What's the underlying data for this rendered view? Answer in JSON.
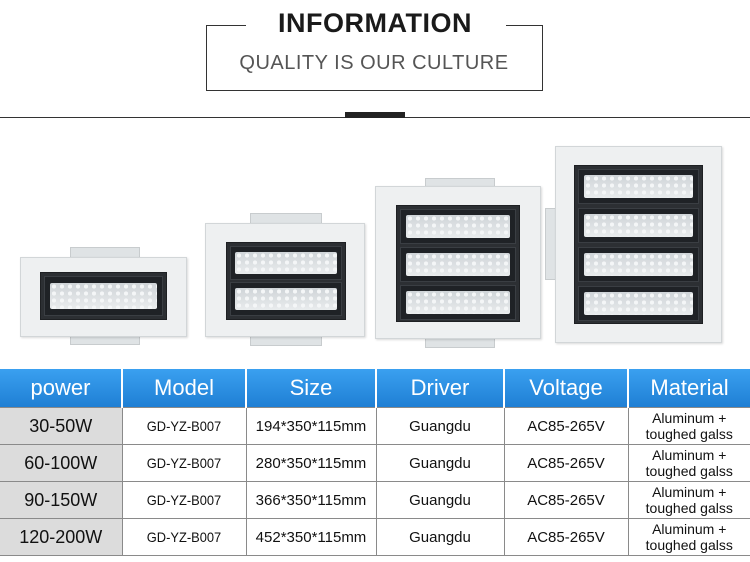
{
  "header": {
    "title": "INFORMATION",
    "subtitle": "QUALITY IS OUR CULTURE"
  },
  "product_images": [
    {
      "name": "fixture-1-module"
    },
    {
      "name": "fixture-2-module"
    },
    {
      "name": "fixture-3-module"
    },
    {
      "name": "fixture-4-module"
    }
  ],
  "table": {
    "headers": [
      "power",
      "Model",
      "Size",
      "Driver",
      "Voltage",
      "Material"
    ],
    "rows": [
      {
        "power": "30-50W",
        "model": "GD-YZ-B007",
        "size": "194*350*115mm",
        "driver": "Guangdu",
        "voltage": "AC85-265V",
        "material_1": "Aluminum +",
        "material_2": "toughed galss"
      },
      {
        "power": "60-100W",
        "model": "GD-YZ-B007",
        "size": "280*350*115mm",
        "driver": "Guangdu",
        "voltage": "AC85-265V",
        "material_1": "Aluminum +",
        "material_2": "toughed galss"
      },
      {
        "power": "90-150W",
        "model": "GD-YZ-B007",
        "size": "366*350*115mm",
        "driver": "Guangdu",
        "voltage": "AC85-265V",
        "material_1": "Aluminum +",
        "material_2": "toughed galss"
      },
      {
        "power": "120-200W",
        "model": "GD-YZ-B007",
        "size": "452*350*115mm",
        "driver": "Guangdu",
        "voltage": "AC85-265V",
        "material_1": "Aluminum +",
        "material_2": "toughed galss"
      }
    ]
  },
  "colors": {
    "header_blue": "#2b8ee0",
    "power_cell_gray": "#dcdcdc"
  }
}
